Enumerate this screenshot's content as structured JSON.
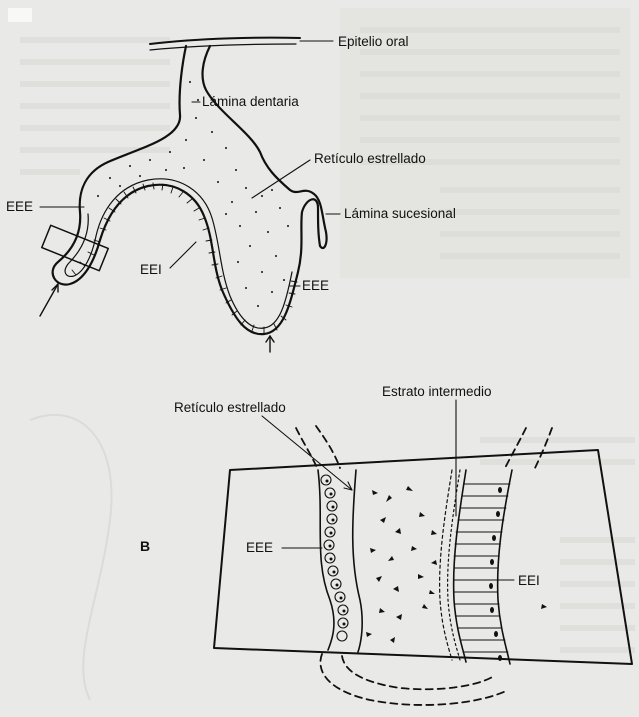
{
  "labels_top": {
    "epitelio_oral": "Epitelio oral",
    "lamina_dentaria": "Lámina dentaria",
    "reticulo_estrellado": "Retículo estrellado",
    "eee_left": "EEE",
    "lamina_sucesional": "Lámina sucesional",
    "eei": "EEI",
    "eee_right": "EEE"
  },
  "labels_bottom": {
    "reticulo_estrellado": "Retículo estrellado",
    "estrato_intermedio": "Estrato intermedio",
    "panel_letter": "B",
    "eee": "EEE",
    "eei": "EEI"
  },
  "colors": {
    "background": "#e9e9e7",
    "ink": "#111111",
    "faded_text": "#c9c9c6"
  }
}
